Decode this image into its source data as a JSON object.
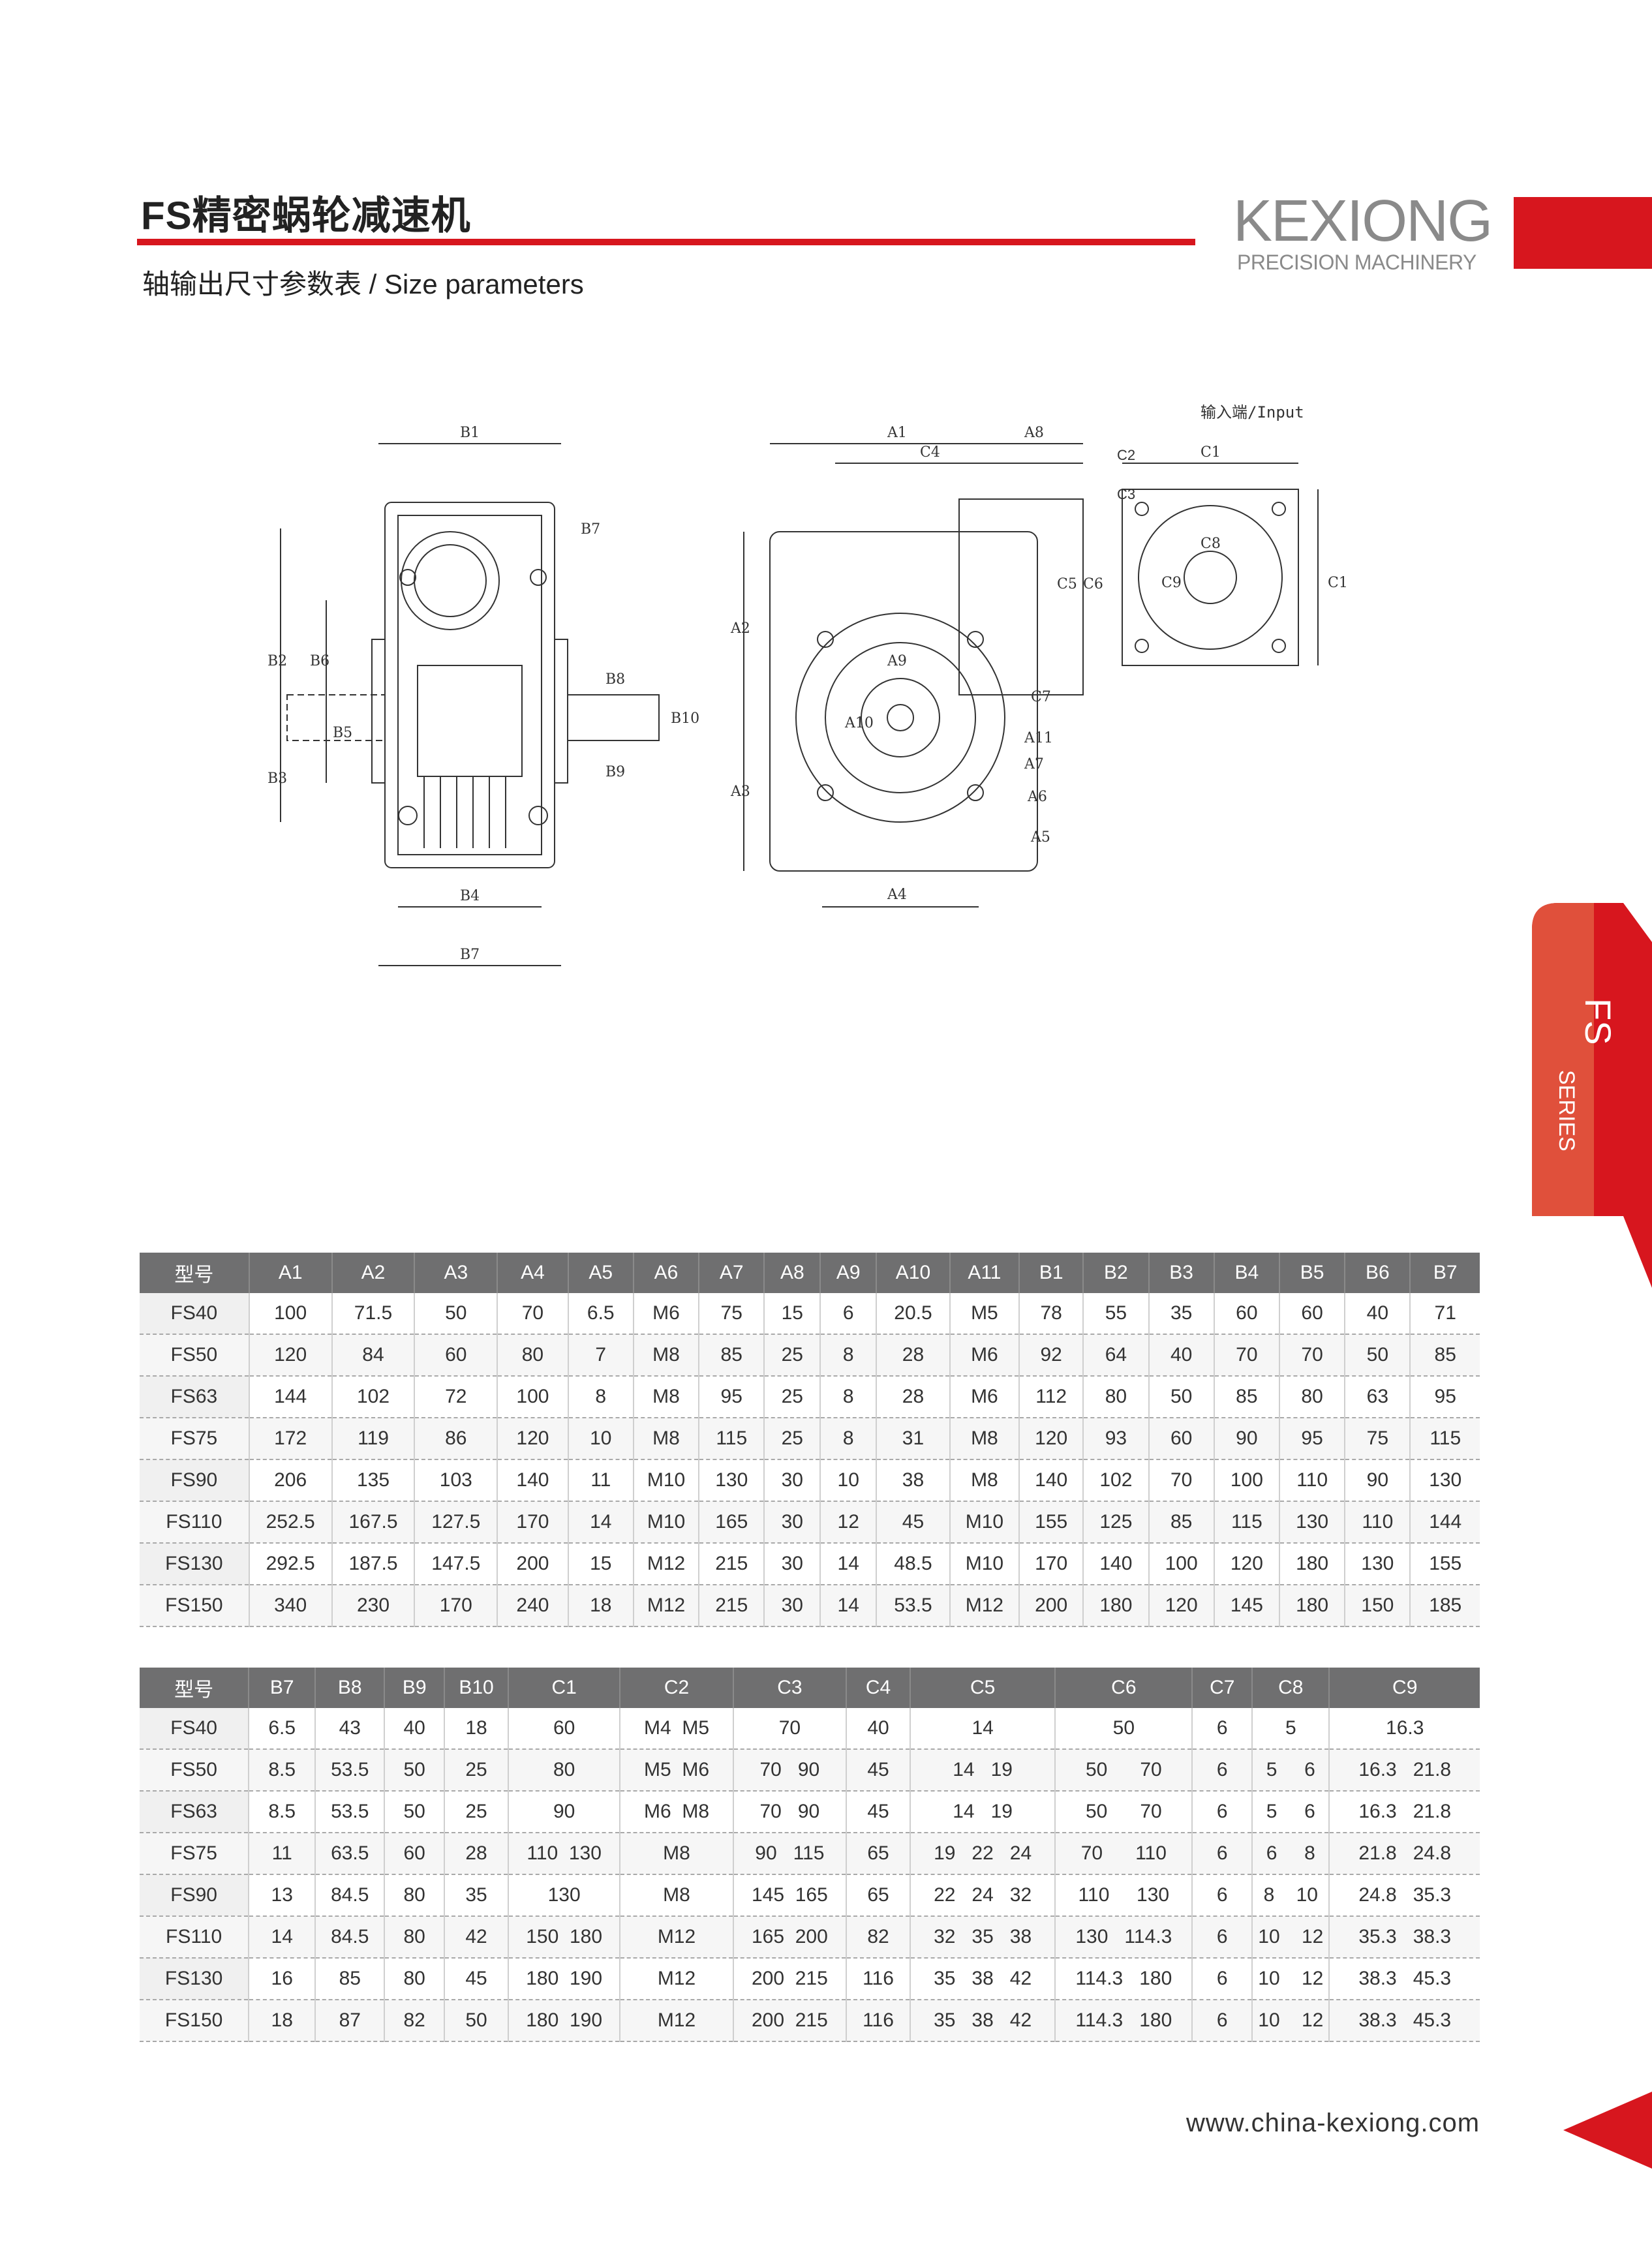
{
  "header": {
    "title": "FS精密蜗轮减速机",
    "subtitle": "轴输出尺寸参数表 / Size parameters"
  },
  "brand": {
    "name": "KEXIONG",
    "tagline": "PRECISION MACHINERY",
    "accent_color": "#d7161e"
  },
  "side_tab": {
    "series": "FS",
    "label": "SERIES",
    "color": "#d7161e"
  },
  "drawing": {
    "input_label": "输入端/Input",
    "labels": [
      "B1",
      "B7",
      "B2",
      "B6",
      "B5",
      "B3",
      "B8",
      "B9",
      "B10",
      "B4",
      "A1",
      "A8",
      "C4",
      "A2",
      "A3",
      "A9",
      "A10",
      "A11",
      "A7",
      "A6",
      "A5",
      "A4",
      "C2",
      "C3",
      "C5",
      "C6",
      "C7",
      "C1",
      "C8",
      "C9"
    ]
  },
  "table1": {
    "headers": [
      "型号",
      "A1",
      "A2",
      "A3",
      "A4",
      "A5",
      "A6",
      "A7",
      "A8",
      "A9",
      "A10",
      "A11",
      "B1",
      "B2",
      "B3",
      "B4",
      "B5",
      "B6",
      "B7"
    ],
    "rows": [
      [
        "FS40",
        "100",
        "71.5",
        "50",
        "70",
        "6.5",
        "M6",
        "75",
        "15",
        "6",
        "20.5",
        "M5",
        "78",
        "55",
        "35",
        "60",
        "60",
        "40",
        "71"
      ],
      [
        "FS50",
        "120",
        "84",
        "60",
        "80",
        "7",
        "M8",
        "85",
        "25",
        "8",
        "28",
        "M6",
        "92",
        "64",
        "40",
        "70",
        "70",
        "50",
        "85"
      ],
      [
        "FS63",
        "144",
        "102",
        "72",
        "100",
        "8",
        "M8",
        "95",
        "25",
        "8",
        "28",
        "M6",
        "112",
        "80",
        "50",
        "85",
        "80",
        "63",
        "95"
      ],
      [
        "FS75",
        "172",
        "119",
        "86",
        "120",
        "10",
        "M8",
        "115",
        "25",
        "8",
        "31",
        "M8",
        "120",
        "93",
        "60",
        "90",
        "95",
        "75",
        "115"
      ],
      [
        "FS90",
        "206",
        "135",
        "103",
        "140",
        "11",
        "M10",
        "130",
        "30",
        "10",
        "38",
        "M8",
        "140",
        "102",
        "70",
        "100",
        "110",
        "90",
        "130"
      ],
      [
        "FS110",
        "252.5",
        "167.5",
        "127.5",
        "170",
        "14",
        "M10",
        "165",
        "30",
        "12",
        "45",
        "M10",
        "155",
        "125",
        "85",
        "115",
        "130",
        "110",
        "144"
      ],
      [
        "FS130",
        "292.5",
        "187.5",
        "147.5",
        "200",
        "15",
        "M12",
        "215",
        "30",
        "14",
        "48.5",
        "M10",
        "170",
        "140",
        "100",
        "120",
        "180",
        "130",
        "155"
      ],
      [
        "FS150",
        "340",
        "230",
        "170",
        "240",
        "18",
        "M12",
        "215",
        "30",
        "14",
        "53.5",
        "M12",
        "200",
        "180",
        "120",
        "145",
        "180",
        "150",
        "185"
      ]
    ]
  },
  "table2": {
    "headers": [
      "型号",
      "B7",
      "B8",
      "B9",
      "B10",
      "C1",
      "C2",
      "C3",
      "C4",
      "C5",
      "C6",
      "C7",
      "C8",
      "C9"
    ],
    "rows": [
      [
        "FS40",
        "6.5",
        "43",
        "40",
        "18",
        "60",
        "M4  M5",
        "70",
        "40",
        "14",
        "50",
        "6",
        "5",
        "16.3"
      ],
      [
        "FS50",
        "8.5",
        "53.5",
        "50",
        "25",
        "80",
        "M5  M6",
        "70   90",
        "45",
        "14   19",
        "50      70",
        "6",
        "5     6",
        "16.3   21.8"
      ],
      [
        "FS63",
        "8.5",
        "53.5",
        "50",
        "25",
        "90",
        "M6  M8",
        "70   90",
        "45",
        "14   19",
        "50      70",
        "6",
        "5     6",
        "16.3   21.8"
      ],
      [
        "FS75",
        "11",
        "63.5",
        "60",
        "28",
        "110  130",
        "M8",
        "90   115",
        "65",
        "19   22   24",
        "70      110",
        "6",
        "6     8",
        "21.8   24.8"
      ],
      [
        "FS90",
        "13",
        "84.5",
        "80",
        "35",
        "130",
        "M8",
        "145  165",
        "65",
        "22   24   32",
        "110     130",
        "6",
        "8    10",
        "24.8   35.3"
      ],
      [
        "FS110",
        "14",
        "84.5",
        "80",
        "42",
        "150  180",
        "M12",
        "165  200",
        "82",
        "32   35   38",
        "130   114.3",
        "6",
        "10    12",
        "35.3   38.3"
      ],
      [
        "FS130",
        "16",
        "85",
        "80",
        "45",
        "180  190",
        "M12",
        "200  215",
        "116",
        "35   38   42",
        "114.3   180",
        "6",
        "10    12",
        "38.3   45.3"
      ],
      [
        "FS150",
        "18",
        "87",
        "82",
        "50",
        "180  190",
        "M12",
        "200  215",
        "116",
        "35   38   42",
        "114.3   180",
        "6",
        "10    12",
        "38.3   45.3"
      ]
    ]
  },
  "footer": {
    "website": "www.china-kexiong.com"
  }
}
